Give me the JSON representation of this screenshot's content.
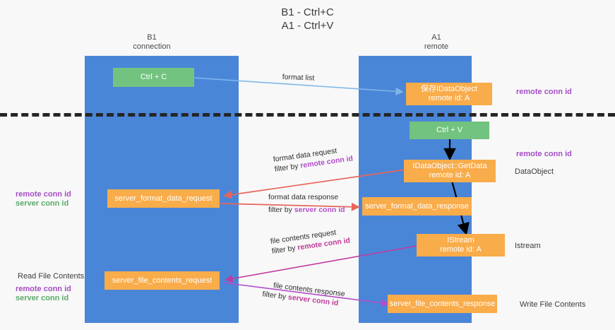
{
  "title": "B1 - Ctrl+C\nA1 - Ctrl+V",
  "lanes": [
    {
      "id": "b1",
      "title": "B1\nconnection"
    },
    {
      "id": "a1",
      "title": "A1\nremote"
    }
  ],
  "nodes": {
    "ctrl_c": {
      "label": "Ctrl + C"
    },
    "idataobject_store": {
      "line1": "保存IDataObject",
      "line2": "remote id: A"
    },
    "ctrl_v": {
      "label": "Ctrl + V"
    },
    "getdata": {
      "line1": "IDataObject::GetData",
      "line2": "remote id: A"
    },
    "server_format_data_request": {
      "label": "server_format_data_request"
    },
    "server_format_data_response": {
      "label": "server_format_data_response"
    },
    "istream": {
      "line1": "IStream",
      "line2": "remote id: A"
    },
    "server_file_contents_request": {
      "label": "server_file_contents_request"
    },
    "server_file_contents_response": {
      "label": "server_file_contents_response"
    }
  },
  "right_labels": {
    "remote_conn_id_top": "remote conn id",
    "remote_conn_id_mid": "remote conn id",
    "dataobject": "DataObject",
    "istream": "Istream",
    "write_file_contents": "Write File Contents"
  },
  "left_labels": {
    "remote_conn_id": "remote conn id",
    "server_conn_id": "server conn id",
    "read_file_contents": "Read File Contents",
    "remote_conn_id_2": "remote conn id",
    "server_conn_id_2": "server conn id"
  },
  "edges": {
    "format_list": {
      "line1": "format list"
    },
    "format_data_request": {
      "line1": "format data request",
      "prefix2": "filter by ",
      "hl2": "remote conn id"
    },
    "format_data_response": {
      "line1": "format data response",
      "prefix2": "filter by ",
      "hl2": "server conn id"
    },
    "file_contents_request": {
      "line1": "file contents request",
      "prefix2": "filter by ",
      "hl2": "remote conn id"
    },
    "file_contents_response": {
      "line1": "file contents response",
      "prefix2": "filter by ",
      "hl2": "server conn id"
    }
  },
  "colors": {
    "lane": "#4a86d8",
    "green_node": "#72c37f",
    "orange_node": "#f9ac4a",
    "purple": "#a44ec4",
    "green_text": "#5aab6a",
    "arrow_blue": "#7fb6e8",
    "arrow_red": "#e8655a",
    "arrow_magenta": "#c23ba0",
    "arrow_purple": "#b14ec9",
    "arrow_black": "#000000",
    "divider": "#262626",
    "background": "#f8f8f8"
  }
}
